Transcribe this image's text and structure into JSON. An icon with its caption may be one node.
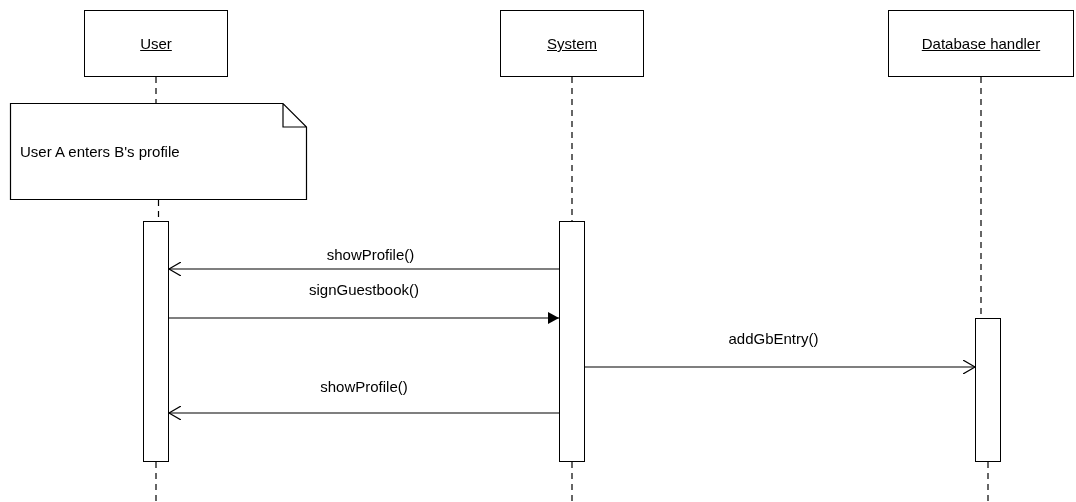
{
  "diagram": {
    "nodes": [
      {
        "text": [
          "User"
        ]
      },
      {
        "text": [
          "System"
        ]
      },
      {
        "text": [
          "Database handler"
        ]
      },
      {
        "text": [
          "User A enters B's profile"
        ]
      },
      {
        "text": [],
        "shape": "bar"
      },
      {
        "text": [],
        "shape": "bar"
      },
      {
        "text": [],
        "shape": "bar"
      }
    ],
    "edges": [
      {
        "from": 0,
        "to": 3,
        "arrow": "none",
        "style": "dashed"
      },
      {
        "from": 3,
        "to": 4,
        "arrow": "none",
        "style": "dashed"
      },
      {
        "from": 4,
        "to": null,
        "arrow": "none",
        "style": "dashed"
      },
      {
        "from": 1,
        "to": 5,
        "arrow": "none",
        "style": "dashed"
      },
      {
        "from": 5,
        "to": null,
        "arrow": "none",
        "style": "dashed"
      },
      {
        "from": 2,
        "to": 6,
        "arrow": "none",
        "style": "dashed"
      },
      {
        "from": 6,
        "to": null,
        "arrow": "none",
        "style": "dashed"
      },
      {
        "from": 5,
        "to": 4,
        "arrow": "to",
        "label": "showProfile()"
      },
      {
        "from": 4,
        "to": 5,
        "arrow": "to",
        "label": "signGuestbook()"
      },
      {
        "from": 5,
        "to": 6,
        "arrow": "to",
        "label": "addGbEntry()"
      },
      {
        "from": 5,
        "to": 4,
        "arrow": "to",
        "label": "showProfile()"
      }
    ]
  }
}
